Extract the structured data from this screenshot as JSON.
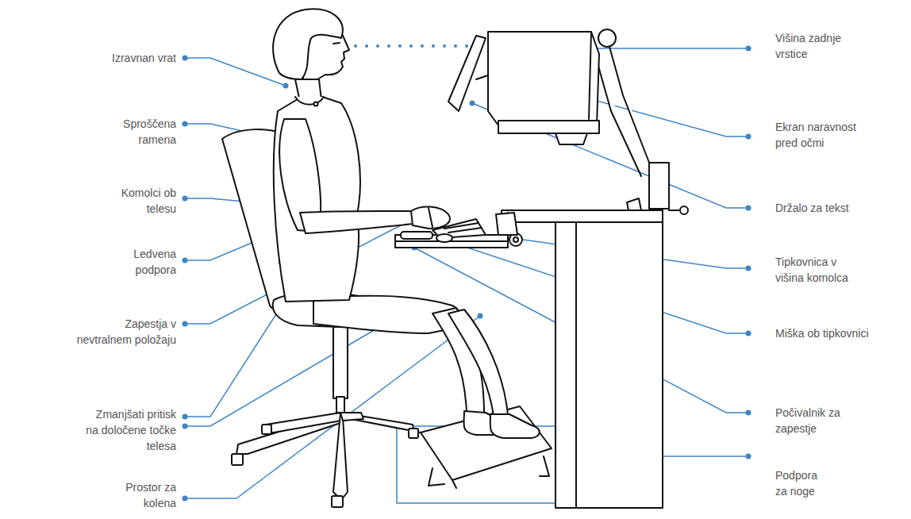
{
  "diagram": {
    "labels": [
      "Izravnan vrat",
      "Sproščena ramena",
      "Komolci ob telesu",
      "Ledvena podpora",
      "Zapestja v nevtralnem položaju",
      "Zmanjšati pritisk na določene točke telesa",
      "Prostor za kolena",
      "Višina zadnje vrstice",
      "Ekran naravnost pred očmi",
      "Držalo za tekst",
      "Tipkovnica v višina komolca",
      "Miška ob tipkovnici",
      "Počivalnik za zapestje",
      "Podpora za noge"
    ]
  }
}
